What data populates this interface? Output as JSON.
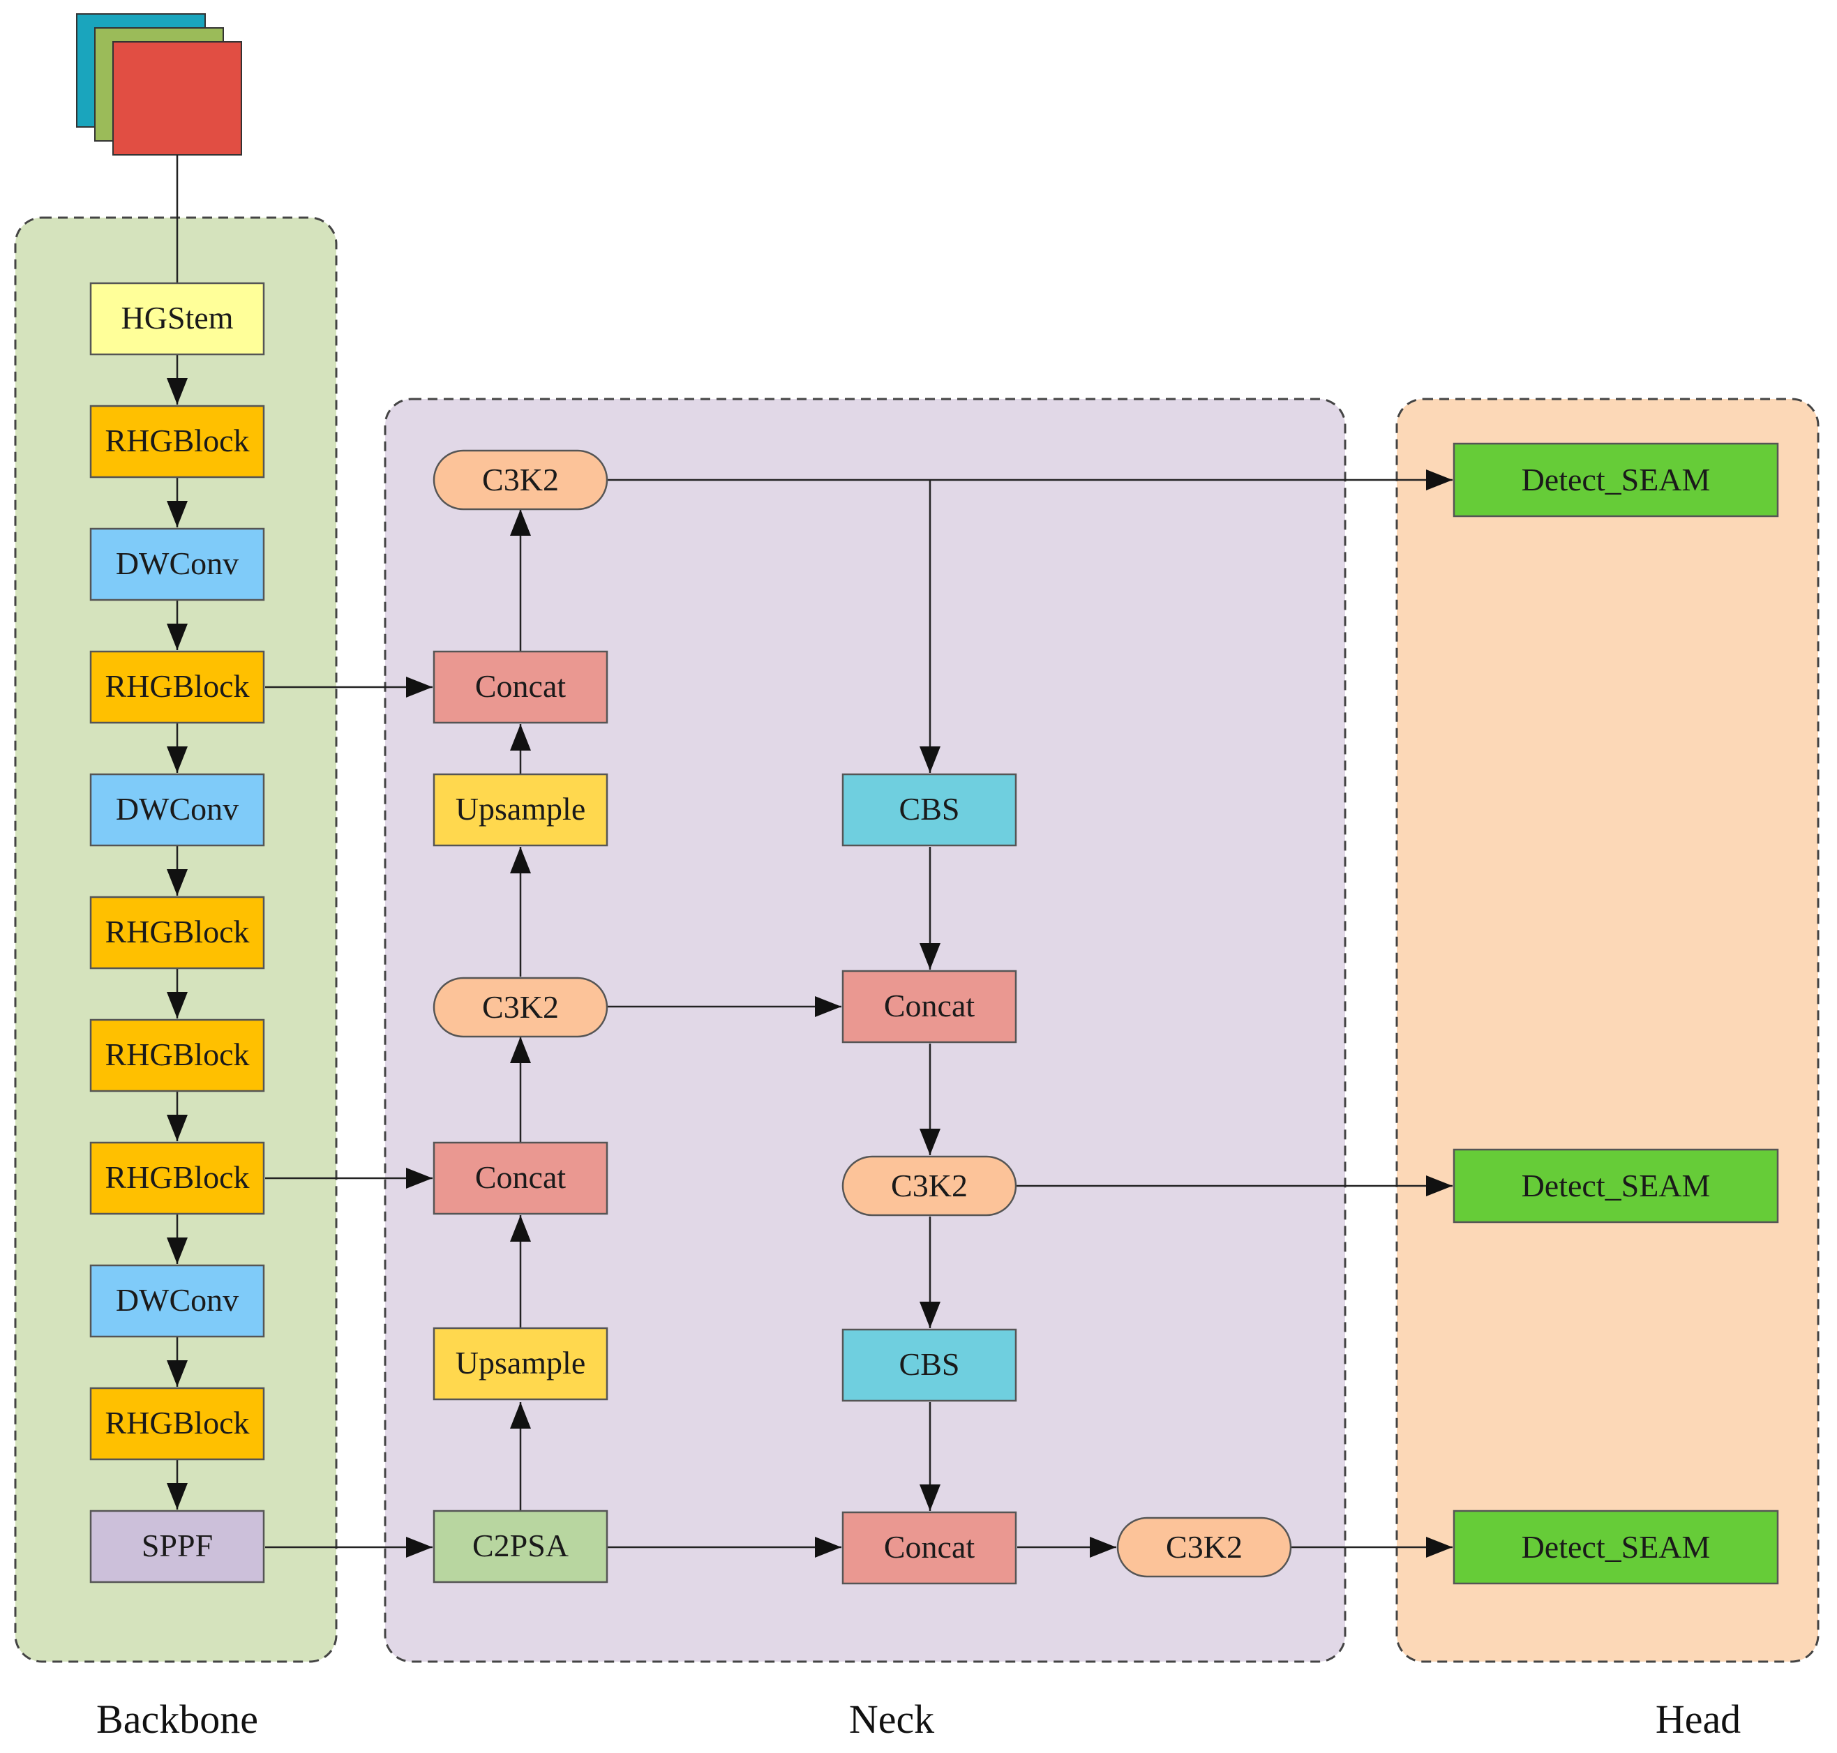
{
  "diagram": {
    "sections": {
      "backbone": "Backbone",
      "neck": "Neck",
      "head": "Head"
    },
    "backbone_nodes": [
      "HGStem",
      "RHGBlock",
      "DWConv",
      "RHGBlock",
      "DWConv",
      "RHGBlock",
      "RHGBlock",
      "RHGBlock",
      "DWConv",
      "RHGBlock",
      "SPPF"
    ],
    "neck_nodes": {
      "c3k2_top": "C3K2",
      "concat_upper": "Concat",
      "upsample_upper": "Upsample",
      "c3k2_middle": "C3K2",
      "concat_lower": "Concat",
      "upsample_lower": "Upsample",
      "c2psa": "C2PSA",
      "cbs_upper": "CBS",
      "concat_right_upper": "Concat",
      "c3k2_right_middle": "C3K2",
      "cbs_lower": "CBS",
      "concat_right_lower": "Concat",
      "c3k2_bottom": "C3K2"
    },
    "head_nodes": [
      "Detect_SEAM",
      "Detect_SEAM",
      "Detect_SEAM"
    ],
    "colors": {
      "backbone_bg": "#d5e3bd",
      "neck_bg": "#e1d8e7",
      "head_bg": "#fcd8b7",
      "hgstem": "#ffff99",
      "rhgblock": "#ffc000",
      "dwconv": "#7fcbf9",
      "sppf": "#ccc0da",
      "c3k2": "#fcc399",
      "concat": "#ea9891",
      "upsample": "#ffd84e",
      "c2psa": "#b8d6a0",
      "cbs": "#6fcfdf",
      "detect": "#66cc38",
      "input_stack": [
        "#1aa5bd",
        "#9bbb59",
        "#e14e43"
      ]
    }
  }
}
